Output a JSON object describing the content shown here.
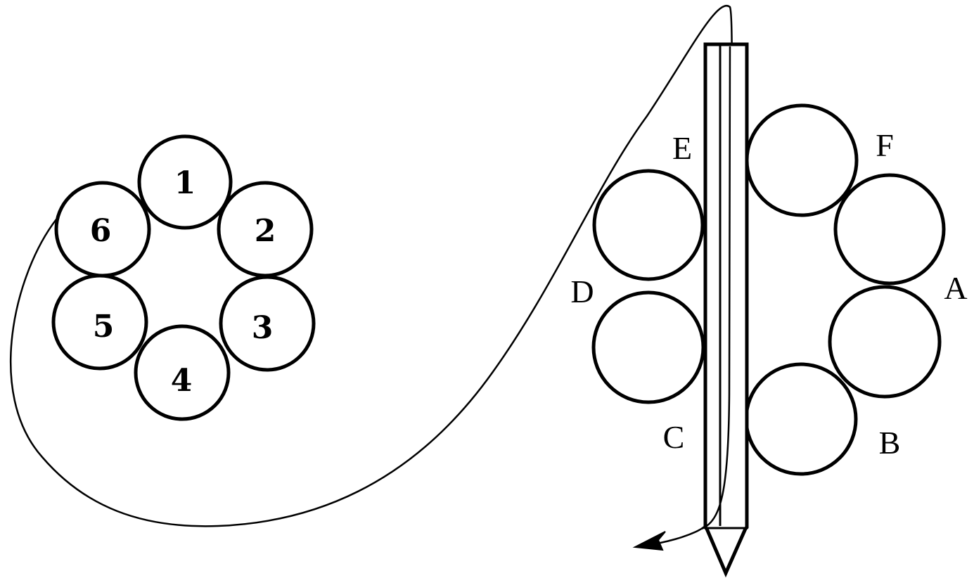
{
  "diagram": {
    "colors": {
      "stroke": "#000000",
      "background": "#ffffff"
    },
    "left_ring": {
      "circles": [
        {
          "label": "1"
        },
        {
          "label": "2"
        },
        {
          "label": "3"
        },
        {
          "label": "4"
        },
        {
          "label": "5"
        },
        {
          "label": "6"
        }
      ]
    },
    "right_ring": {
      "labels": [
        {
          "text": "E"
        },
        {
          "text": "F"
        },
        {
          "text": "A"
        },
        {
          "text": "B"
        },
        {
          "text": "C"
        },
        {
          "text": "D"
        }
      ]
    }
  }
}
